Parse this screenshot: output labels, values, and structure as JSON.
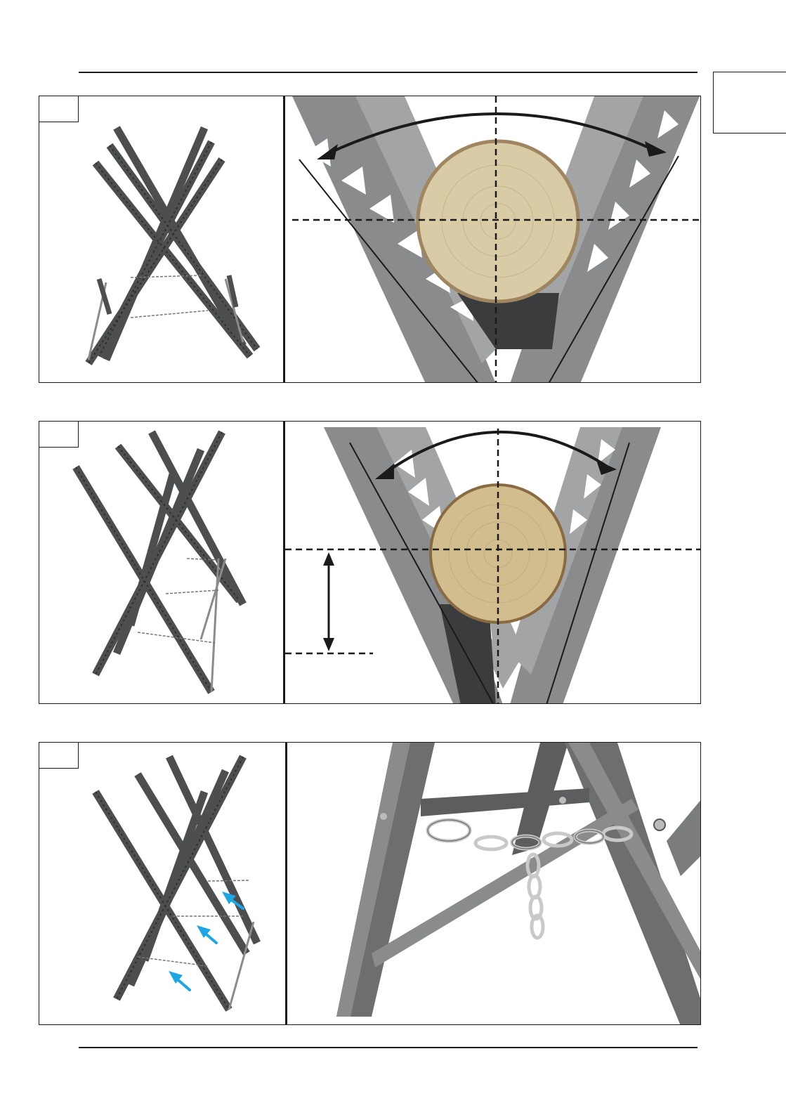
{
  "page": {
    "side_tab_label": "",
    "figures": [
      {
        "number": "",
        "left_image": "sawhorse-folded-narrow",
        "right_image": "log-in-v-cradle-wide"
      },
      {
        "number": "",
        "left_image": "sawhorse-open-angled",
        "right_image": "log-in-v-cradle-height"
      },
      {
        "number": "",
        "left_image": "sawhorse-chain-arrows",
        "right_image": "chain-detail-closeup"
      }
    ]
  },
  "colors": {
    "frame": "#1a1a1a",
    "steel_dark": "#4d4e50",
    "steel_mid": "#7b7c7e",
    "steel_light": "#a3a4a6",
    "wood": "#d8c8a0",
    "bark": "#9a7d55",
    "arrow_blue": "#1ea6e0"
  }
}
